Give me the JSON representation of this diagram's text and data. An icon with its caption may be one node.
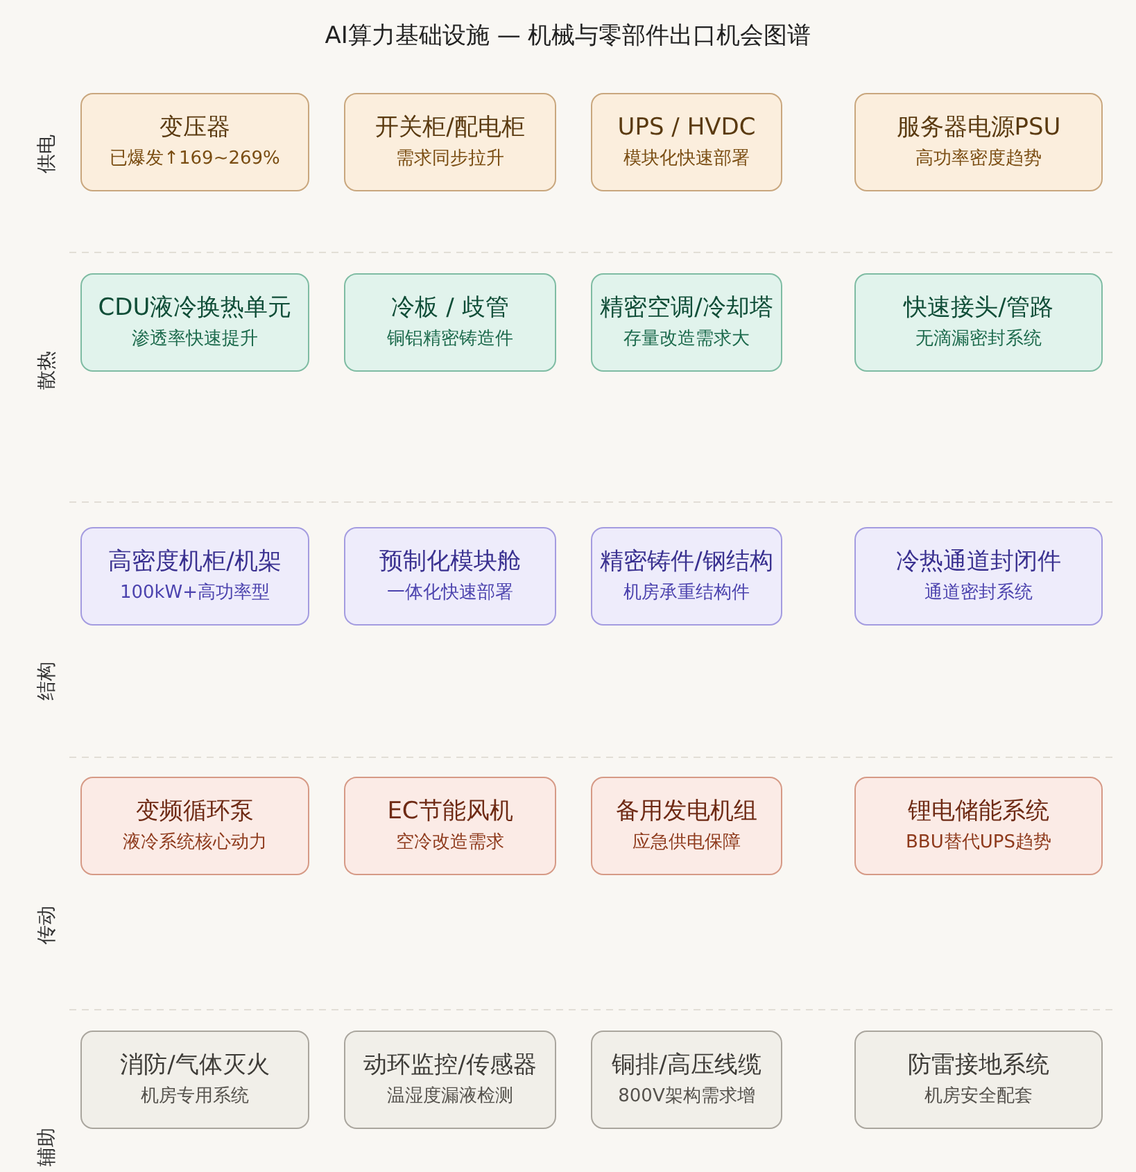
{
  "diagram": {
    "title": "AI算力基础设施 — 机械与零部件出口机会图谱",
    "nodes": [
      {
        "text": [
          "变压器",
          "已爆发↑169~269%"
        ]
      },
      {
        "text": [
          "开关柜/配电柜",
          "需求同步拉升"
        ]
      },
      {
        "text": [
          "UPS / HVDC",
          "模块化快速部署"
        ]
      },
      {
        "text": [
          "服务器电源PSU",
          "高功率密度趋势"
        ]
      },
      {
        "text": [
          "CDU液冷换热单元",
          "渗透率快速提升"
        ]
      },
      {
        "text": [
          "冷板 / 歧管",
          "铜铝精密铸造件"
        ]
      },
      {
        "text": [
          "精密空调/冷却塔",
          "存量改造需求大"
        ]
      },
      {
        "text": [
          "快速接头/管路",
          "无滴漏密封系统"
        ]
      },
      {
        "text": [
          "高密度机柜/机架",
          "100kW+高功率型"
        ]
      },
      {
        "text": [
          "预制化模块舱",
          "一体化快速部署"
        ]
      },
      {
        "text": [
          "精密铸件/钢结构",
          "机房承重结构件"
        ]
      },
      {
        "text": [
          "冷热通道封闭件",
          "通道密封系统"
        ]
      },
      {
        "text": [
          "变频循环泵",
          "液冷系统核心动力"
        ]
      },
      {
        "text": [
          "EC节能风机",
          "空冷改造需求"
        ]
      },
      {
        "text": [
          "备用发电机组",
          "应急供电保障"
        ]
      },
      {
        "text": [
          "锂电储能系统",
          "BBU替代UPS趋势"
        ]
      },
      {
        "text": [
          "消防/气体灭火",
          "机房专用系统"
        ]
      },
      {
        "text": [
          "动环监控/传感器",
          "温湿度漏液检测"
        ]
      },
      {
        "text": [
          "铜排/高压线缆",
          "800V架构需求增"
        ]
      },
      {
        "text": [
          "防雷接地系统",
          "机房安全配套"
        ]
      }
    ],
    "labels": [
      "供电",
      "散热",
      "结构",
      "传动",
      "辅助"
    ]
  }
}
